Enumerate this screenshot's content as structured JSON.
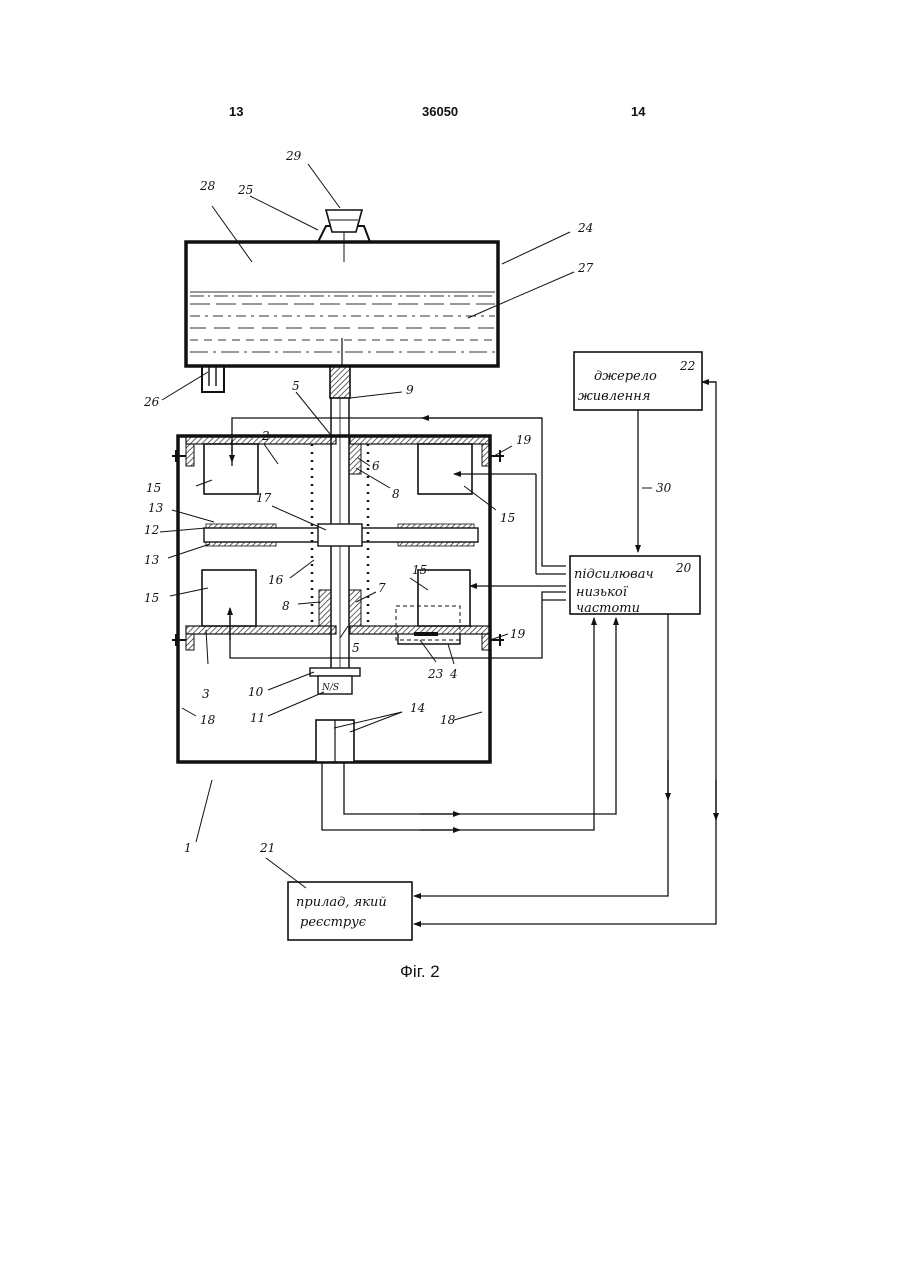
{
  "header": {
    "page_left": "13",
    "patent_number": "36050",
    "page_right": "14"
  },
  "figure": {
    "caption": "Фіг. 2",
    "blocks": {
      "power_source": [
        "джерело",
        "живлення"
      ],
      "amplifier": [
        "підсилювач",
        "низької",
        "частоти"
      ],
      "recorder": [
        "прилад, який",
        "реєструє"
      ]
    },
    "magnet_mark": "N/S",
    "numerals": {
      "n1": "1",
      "n2": "2",
      "n3": "3",
      "n4": "4",
      "n5a": "5",
      "n5b": "5",
      "n6": "6",
      "n7": "7",
      "n8a": "8",
      "n8b": "8",
      "n9": "9",
      "n10": "10",
      "n11": "11",
      "n12": "12",
      "n13a": "13",
      "n13b": "13",
      "n14": "14",
      "n15a": "15",
      "n15b": "15",
      "n15c": "15",
      "n15d": "15",
      "n16": "16",
      "n17": "17",
      "n18a": "18",
      "n18b": "18",
      "n19a": "19",
      "n19b": "19",
      "n20": "20",
      "n21": "21",
      "n22": "22",
      "n23": "23",
      "n24": "24",
      "n25": "25",
      "n26": "26",
      "n27": "27",
      "n28": "28",
      "n29": "29",
      "n30": "30"
    }
  }
}
